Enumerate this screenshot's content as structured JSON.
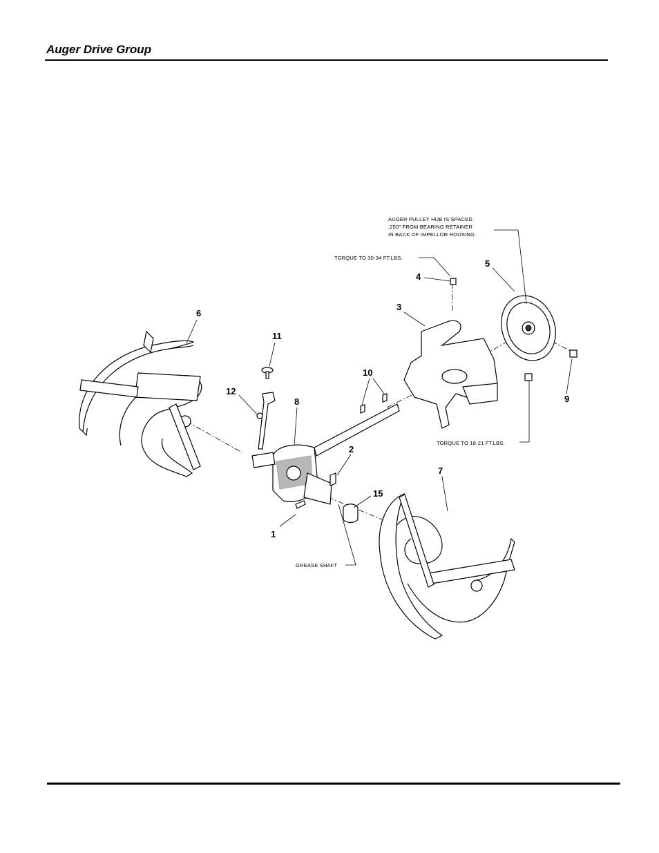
{
  "header": {
    "title": "Auger Drive Group"
  },
  "callouts": [
    {
      "id": "c1",
      "label": "1"
    },
    {
      "id": "c2",
      "label": "2"
    },
    {
      "id": "c3",
      "label": "3"
    },
    {
      "id": "c4",
      "label": "4"
    },
    {
      "id": "c5",
      "label": "5"
    },
    {
      "id": "c6",
      "label": "6"
    },
    {
      "id": "c7",
      "label": "7"
    },
    {
      "id": "c8",
      "label": "8"
    },
    {
      "id": "c9",
      "label": "9"
    },
    {
      "id": "c10",
      "label": "10"
    },
    {
      "id": "c11",
      "label": "11"
    },
    {
      "id": "c12",
      "label": "12"
    },
    {
      "id": "c15",
      "label": "15"
    }
  ],
  "notes": {
    "pulley_hub_line1": "AUGER PULLEY HUB IS SPACED",
    "pulley_hub_line2": ".250\" FROM BEARING RETAINER",
    "pulley_hub_line3": "IN BACK OF IMPELLOR HOUSING.",
    "torque_bolt": "TORQUE TO 30-34 FT.LBS.",
    "torque_nut": "TORQUE TO 18-21 FT.LBS.",
    "grease_shaft": "GREASE SHAFT"
  }
}
